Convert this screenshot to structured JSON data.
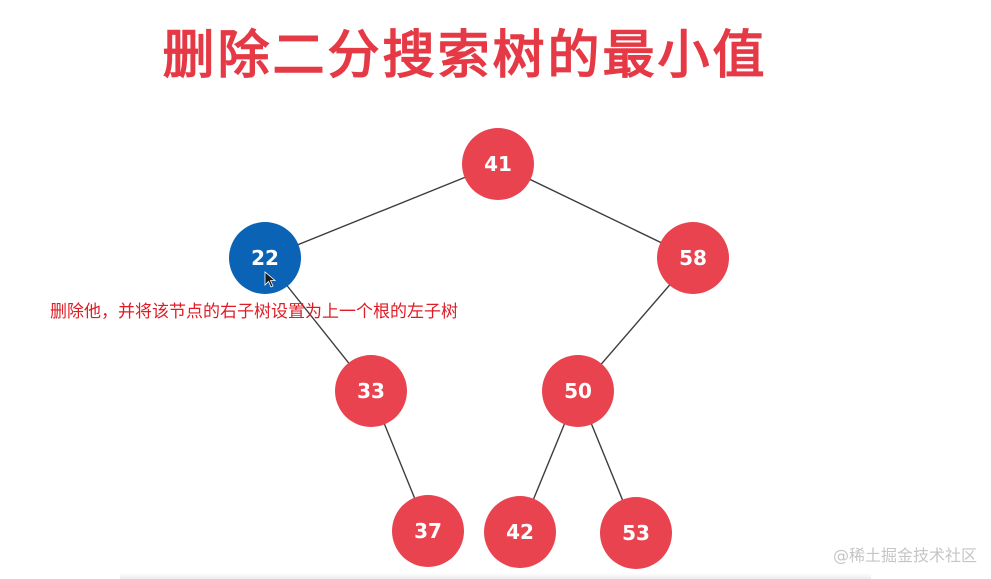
{
  "title": "删除二分搜索树的最小值",
  "annotation": "删除他，并将该节点的右子树设置为上一个根的左子树",
  "watermark": "@稀土掘金技术社区",
  "colors": {
    "title": "#e63946",
    "annotation": "#e01b24",
    "node_default": "#e8434f",
    "node_highlight": "#0b63b5",
    "edge": "#3d3d3d",
    "node_text": "#ffffff",
    "watermark": "#bbbbbb"
  },
  "tree": {
    "nodes": [
      {
        "id": "n41",
        "label": "41",
        "highlighted": false
      },
      {
        "id": "n22",
        "label": "22",
        "highlighted": true
      },
      {
        "id": "n58",
        "label": "58",
        "highlighted": false
      },
      {
        "id": "n33",
        "label": "33",
        "highlighted": false
      },
      {
        "id": "n50",
        "label": "50",
        "highlighted": false
      },
      {
        "id": "n37",
        "label": "37",
        "highlighted": false
      },
      {
        "id": "n42",
        "label": "42",
        "highlighted": false
      },
      {
        "id": "n53",
        "label": "53",
        "highlighted": false
      }
    ],
    "edges": [
      {
        "from": "n41",
        "to": "n22"
      },
      {
        "from": "n41",
        "to": "n58"
      },
      {
        "from": "n22",
        "to": "n33"
      },
      {
        "from": "n58",
        "to": "n50"
      },
      {
        "from": "n33",
        "to": "n37"
      },
      {
        "from": "n50",
        "to": "n42"
      },
      {
        "from": "n50",
        "to": "n53"
      }
    ]
  }
}
